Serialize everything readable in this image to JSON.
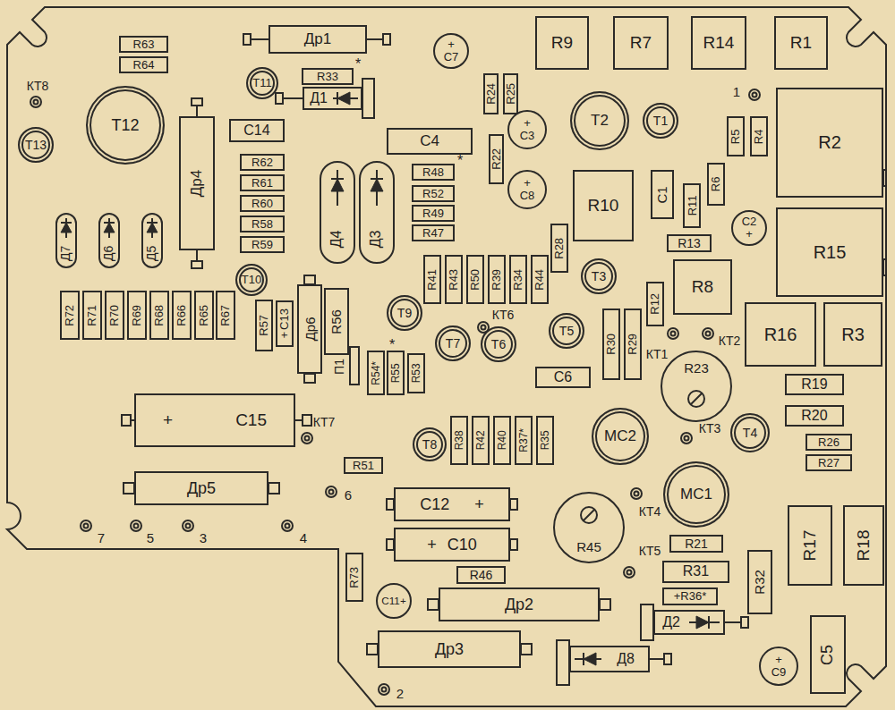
{
  "diagram": {
    "nodes": [
      {
        "text": [
          "R63"
        ]
      },
      {
        "text": [
          "R64"
        ]
      },
      {
        "text": [
          "Др1"
        ]
      },
      {
        "text": [
          "+",
          "С7"
        ]
      },
      {
        "text": [
          "R33"
        ]
      },
      {
        "text": [
          "Д1"
        ]
      },
      {
        "text": [
          "R24"
        ]
      },
      {
        "text": [
          "R25"
        ]
      },
      {
        "text": [
          "R9"
        ]
      },
      {
        "text": [
          "R7"
        ]
      },
      {
        "text": [
          "R14"
        ]
      },
      {
        "text": [
          "R1"
        ]
      },
      {
        "text": [
          "Т11"
        ]
      },
      {
        "text": [
          "Т13"
        ]
      },
      {
        "text": [
          "Т12"
        ]
      },
      {
        "text": [
          "С14"
        ]
      },
      {
        "text": [
          "С4"
        ]
      },
      {
        "text": [
          "Др4"
        ]
      },
      {
        "text": [
          "Т2"
        ]
      },
      {
        "text": [
          "Т1"
        ]
      },
      {
        "text": [
          "+",
          "С3"
        ]
      },
      {
        "text": [
          "R2"
        ]
      },
      {
        "text": [
          "R48"
        ]
      },
      {
        "text": [
          "R22"
        ]
      },
      {
        "text": [
          "R62"
        ]
      },
      {
        "text": [
          "R61"
        ]
      },
      {
        "text": [
          "R60"
        ]
      },
      {
        "text": [
          "R58"
        ]
      },
      {
        "text": [
          "R59"
        ]
      },
      {
        "text": [
          "Д4"
        ]
      },
      {
        "text": [
          "Д3"
        ]
      },
      {
        "text": [
          "R52"
        ]
      },
      {
        "text": [
          "R49"
        ]
      },
      {
        "text": [
          "R47"
        ]
      },
      {
        "text": [
          "+",
          "С8"
        ]
      },
      {
        "text": [
          "R10"
        ]
      },
      {
        "text": [
          "С1"
        ]
      },
      {
        "text": [
          "R11"
        ]
      },
      {
        "text": [
          "R6"
        ]
      },
      {
        "text": [
          "R5"
        ]
      },
      {
        "text": [
          "R4"
        ]
      },
      {
        "text": [
          "С2",
          "+"
        ]
      },
      {
        "text": [
          "R15"
        ]
      },
      {
        "text": [
          "R13"
        ]
      },
      {
        "text": [
          "Д7"
        ]
      },
      {
        "text": [
          "Д6"
        ]
      },
      {
        "text": [
          "Д5"
        ]
      },
      {
        "text": [
          "Т10"
        ]
      },
      {
        "text": [
          "R41"
        ]
      },
      {
        "text": [
          "R43"
        ]
      },
      {
        "text": [
          "R50"
        ]
      },
      {
        "text": [
          "R39"
        ]
      },
      {
        "text": [
          "R34"
        ]
      },
      {
        "text": [
          "R44"
        ]
      },
      {
        "text": [
          "R28"
        ]
      },
      {
        "text": [
          "Т3"
        ]
      },
      {
        "text": [
          "R8"
        ]
      },
      {
        "text": [
          "Т9"
        ]
      },
      {
        "text": [
          "R72"
        ]
      },
      {
        "text": [
          "R71"
        ]
      },
      {
        "text": [
          "R70"
        ]
      },
      {
        "text": [
          "R69"
        ]
      },
      {
        "text": [
          "R68"
        ]
      },
      {
        "text": [
          "R66"
        ]
      },
      {
        "text": [
          "R65"
        ]
      },
      {
        "text": [
          "R67"
        ]
      },
      {
        "text": [
          "R57"
        ]
      },
      {
        "text": [
          "+",
          "С13"
        ]
      },
      {
        "text": [
          "Др6"
        ]
      },
      {
        "text": [
          "R56"
        ]
      },
      {
        "text": [
          "Т7"
        ]
      },
      {
        "text": [
          "Т6"
        ]
      },
      {
        "text": [
          "Т5"
        ]
      },
      {
        "text": [
          "R12"
        ]
      },
      {
        "text": [
          "R30"
        ]
      },
      {
        "text": [
          "R29"
        ]
      },
      {
        "text": [
          "R16"
        ]
      },
      {
        "text": [
          "R3"
        ]
      },
      {
        "text": [
          "R23"
        ]
      },
      {
        "text": [
          "R54*"
        ]
      },
      {
        "text": [
          "R55"
        ]
      },
      {
        "text": [
          "R53"
        ]
      },
      {
        "text": [
          "С6"
        ]
      },
      {
        "text": [
          "+",
          "С15"
        ]
      },
      {
        "text": [
          "Т8"
        ]
      },
      {
        "text": [
          "R38"
        ]
      },
      {
        "text": [
          "R42"
        ]
      },
      {
        "text": [
          "R40"
        ]
      },
      {
        "text": [
          "R37*"
        ]
      },
      {
        "text": [
          "R35"
        ]
      },
      {
        "text": [
          "МС2"
        ]
      },
      {
        "text": [
          "Т4"
        ]
      },
      {
        "text": [
          "R19"
        ]
      },
      {
        "text": [
          "R20"
        ]
      },
      {
        "text": [
          "R26"
        ]
      },
      {
        "text": [
          "R27"
        ]
      },
      {
        "text": [
          "Др5"
        ]
      },
      {
        "text": [
          "R51"
        ]
      },
      {
        "text": [
          "С12",
          "+"
        ]
      },
      {
        "text": [
          "МС1"
        ]
      },
      {
        "text": [
          "R45"
        ]
      },
      {
        "text": [
          "+",
          "С10"
        ]
      },
      {
        "text": [
          "R73"
        ]
      },
      {
        "text": [
          "R21"
        ]
      },
      {
        "text": [
          "R31"
        ]
      },
      {
        "text": [
          "+R36*"
        ]
      },
      {
        "text": [
          "R17"
        ]
      },
      {
        "text": [
          "R18"
        ]
      },
      {
        "text": [
          "С11",
          "+"
        ]
      },
      {
        "text": [
          "R46"
        ]
      },
      {
        "text": [
          "Др2"
        ]
      },
      {
        "text": [
          "R32"
        ]
      },
      {
        "text": [
          "Д2"
        ]
      },
      {
        "text": [
          "Др3"
        ]
      },
      {
        "text": [
          "Д8"
        ]
      },
      {
        "text": [
          "+",
          "С9"
        ]
      },
      {
        "text": [
          "С5"
        ]
      }
    ],
    "labels": [
      "КТ8",
      "1",
      "*",
      "*",
      "КТ6",
      "КТ1",
      "КТ2",
      "П1",
      "*",
      "КТ7",
      "КТ3",
      "6",
      "КТ4",
      "7",
      "5",
      "3",
      "4",
      "КТ5",
      "2"
    ]
  }
}
